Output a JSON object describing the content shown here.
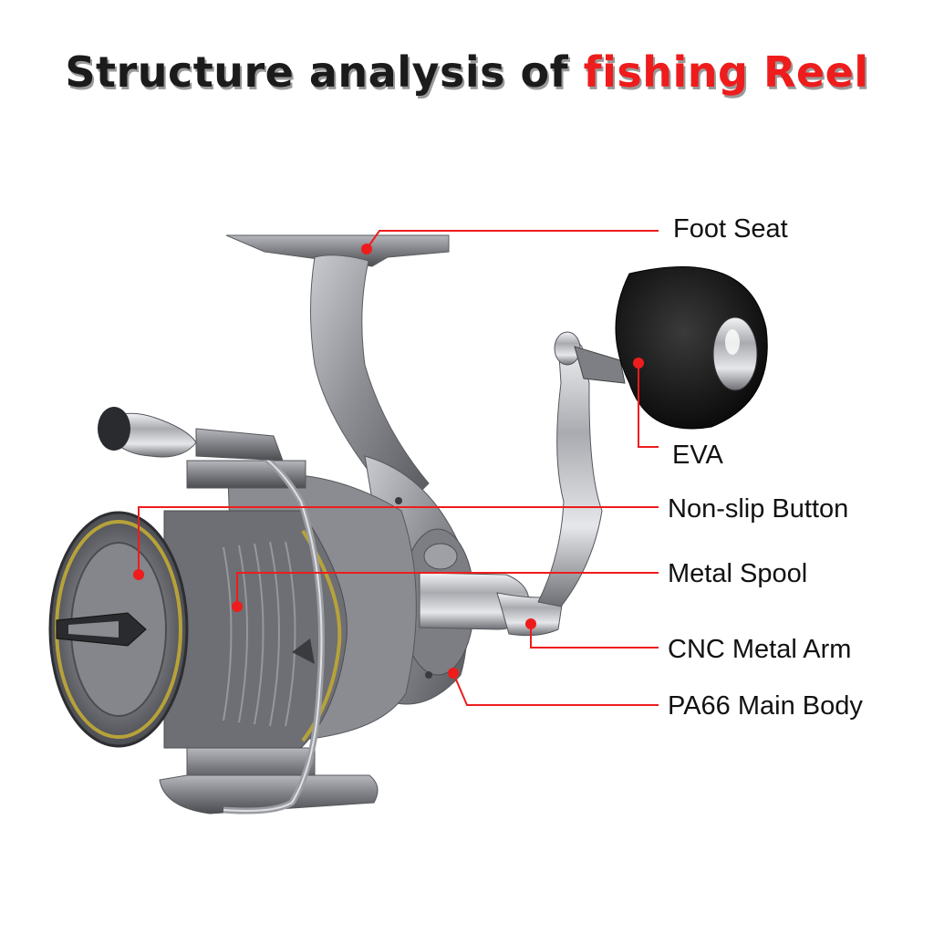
{
  "title": {
    "part1": "Structure analysis of",
    "part2": "fishing Reel"
  },
  "colors": {
    "accent": "#ee1c1c",
    "text": "#111111",
    "reel_metal": "#8e9095",
    "knob": "#111111",
    "gold_trim": "#b7a23a"
  },
  "callouts": [
    {
      "id": "foot-seat",
      "label": "Foot Seat"
    },
    {
      "id": "eva",
      "label": "EVA"
    },
    {
      "id": "non-slip-button",
      "label": "Non-slip Button"
    },
    {
      "id": "metal-spool",
      "label": "Metal Spool"
    },
    {
      "id": "cnc-metal-arm",
      "label": "CNC Metal Arm"
    },
    {
      "id": "pa66-main-body",
      "label": "PA66 Main Body"
    }
  ]
}
